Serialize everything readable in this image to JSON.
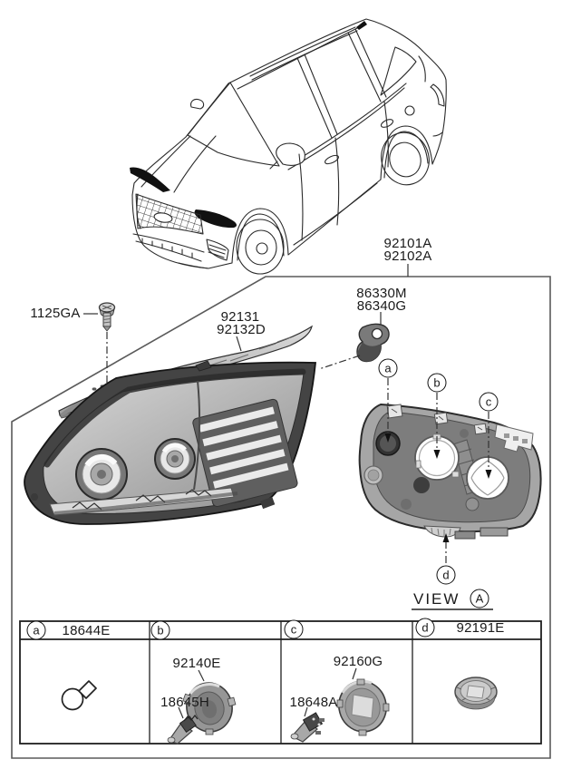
{
  "labels": {
    "assembly": [
      "92101A",
      "92102A"
    ],
    "bolt": "1125GA",
    "trim": [
      "92131",
      "92132D"
    ],
    "bracket": [
      "86330M",
      "86340G"
    ]
  },
  "view": {
    "label": "VIEW",
    "ref": "A"
  },
  "callouts": {
    "a": "a",
    "b": "b",
    "c": "c",
    "d": "d"
  },
  "table": {
    "refs": [
      {
        "id": "a",
        "part": "18644E",
        "items": []
      },
      {
        "id": "b",
        "part": "",
        "items": [
          "92140E",
          "18645H"
        ]
      },
      {
        "id": "c",
        "part": "",
        "items": [
          "92160G",
          "18648A"
        ]
      },
      {
        "id": "d",
        "part": "92191E",
        "items": []
      }
    ]
  },
  "colors": {
    "ink": "#1a1a1a",
    "frame_line": "#555555",
    "art_dark": "#2f2f2f",
    "art_mid": "#9e9e9e",
    "art_light": "#e6e6e6",
    "background": "#ffffff"
  }
}
